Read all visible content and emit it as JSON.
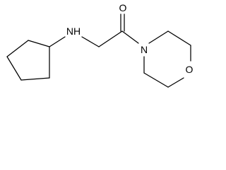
{
  "molecule": {
    "atoms": {
      "amine_nitrogen": "NH",
      "carbonyl_oxygen": "O",
      "morpholine_nitrogen": "N",
      "morpholine_oxygen": "O"
    },
    "bond_color": "#000000",
    "background": "#ffffff"
  }
}
